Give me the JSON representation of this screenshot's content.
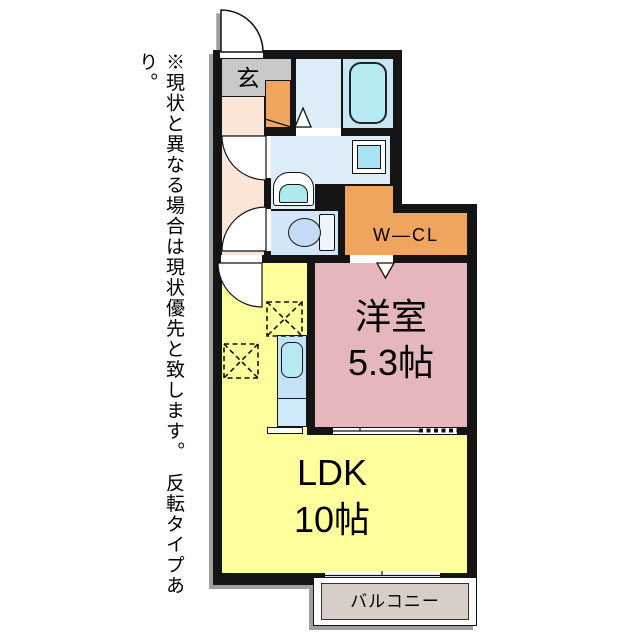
{
  "note": {
    "text": "※現状と異なる場合は現状優先と致します。　反転タイプあり。"
  },
  "plan": {
    "genkan_label": "玄",
    "wcl_label": "W—CL",
    "western_room_name": "洋室",
    "western_room_size": "5.3帖",
    "ldk_name": "LDK",
    "ldk_size": "10帖",
    "balcony_label": "バルコニー"
  },
  "colors": {
    "wall": "#141414",
    "ldk_yellow": "#feff9c",
    "western_room_pink": "#e5b6bb",
    "closet_orange": "#f0a55e",
    "wet_area_blue": "#dcedf8",
    "bathtub_blue": "#b5ebf1",
    "genkan_gray": "#c9c9c9",
    "hallway_peach": "#fbe5d6",
    "balcony_gray": "#d6cec7"
  }
}
